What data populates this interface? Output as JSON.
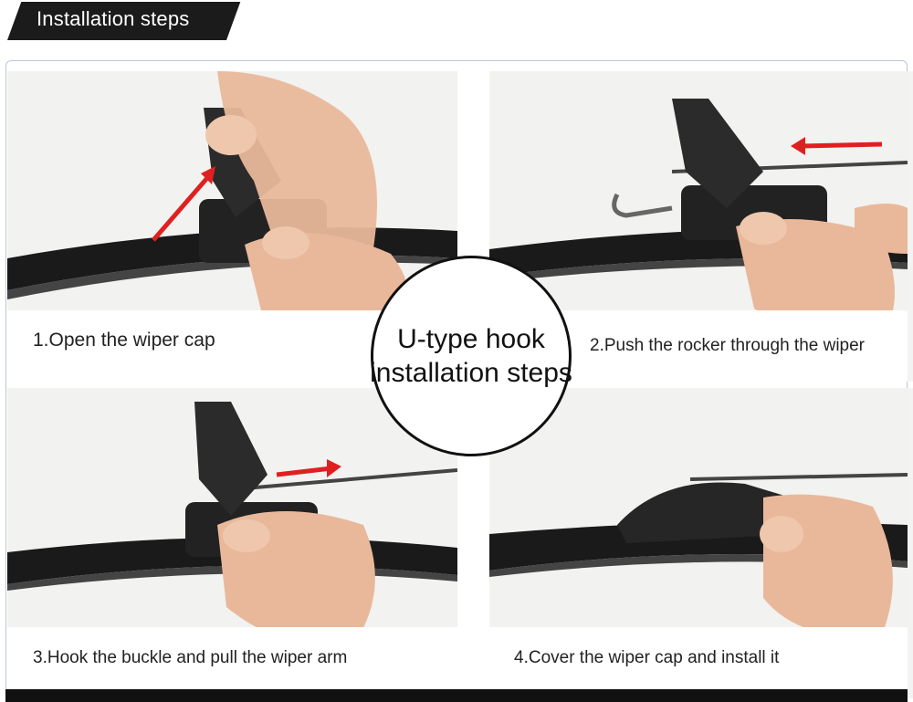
{
  "header": {
    "title": "Installation steps"
  },
  "badge": {
    "line1": "U-type hook",
    "line2": "installation steps"
  },
  "steps": [
    {
      "caption": "1.Open the wiper cap"
    },
    {
      "caption": "2.Push the rocker through the wiper"
    },
    {
      "caption": "3.Hook the buckle and pull the wiper arm"
    },
    {
      "caption": "4.Cover the wiper cap and install it"
    }
  ],
  "colors": {
    "arrow": "#e02020",
    "blade": "#1a1a1a",
    "skin": "#e9b89a",
    "banner": "#1b1b1b"
  }
}
